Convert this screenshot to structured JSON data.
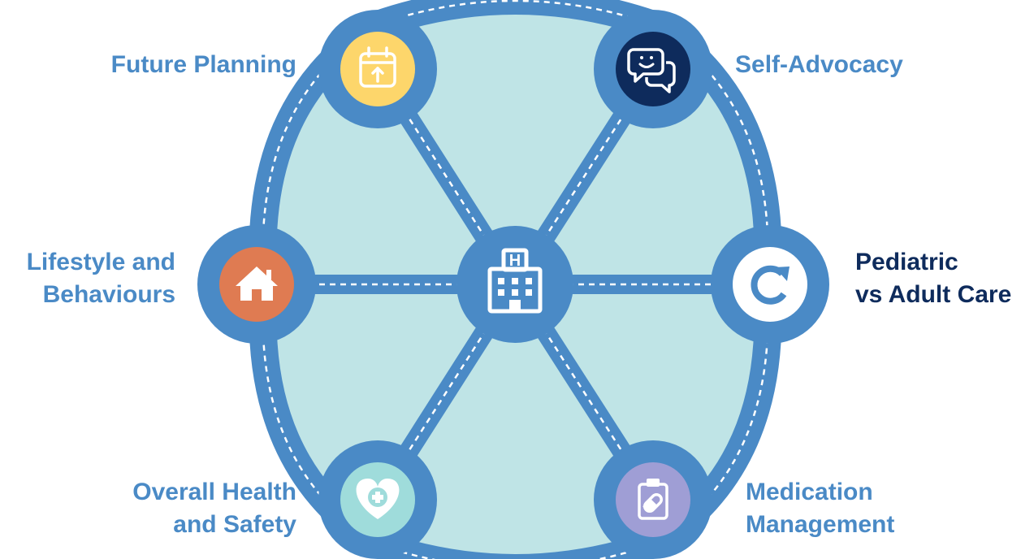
{
  "colors": {
    "ring": "#4a8ac6",
    "fill": "#bfe4e6",
    "spoke_dash": "#ffffff",
    "label": "#4a8ac6",
    "label_active": "#0e2b5c"
  },
  "center": {
    "icon": "hospital-icon",
    "icon_letter": "H",
    "circle_color": "#4a8ac6"
  },
  "nodes": [
    {
      "id": "future-planning",
      "lines": [
        "Future Planning"
      ],
      "icon": "calendar-upload-icon",
      "color": "#fdd66b",
      "active": false
    },
    {
      "id": "self-advocacy",
      "lines": [
        "Self-Advocacy"
      ],
      "icon": "chat-bubbles-icon",
      "color": "#0e2b5c",
      "active": false
    },
    {
      "id": "pediatric-vs-adult-care",
      "lines": [
        "Pediatric",
        "vs Adult Care"
      ],
      "icon": "refresh-icon",
      "color": "#ffffff",
      "active": true
    },
    {
      "id": "medication-management",
      "lines": [
        "Medication",
        "Management"
      ],
      "icon": "clipboard-pill-icon",
      "color": "#9f9ed5",
      "active": false
    },
    {
      "id": "overall-health-and-safety",
      "lines": [
        "Overall Health",
        "and Safety"
      ],
      "icon": "heart-plus-icon",
      "color": "#9fdcdb",
      "active": false
    },
    {
      "id": "lifestyle-and-behaviours",
      "lines": [
        "Lifestyle and",
        "Behaviours"
      ],
      "icon": "house-icon",
      "color": "#df7b52",
      "active": false
    }
  ]
}
